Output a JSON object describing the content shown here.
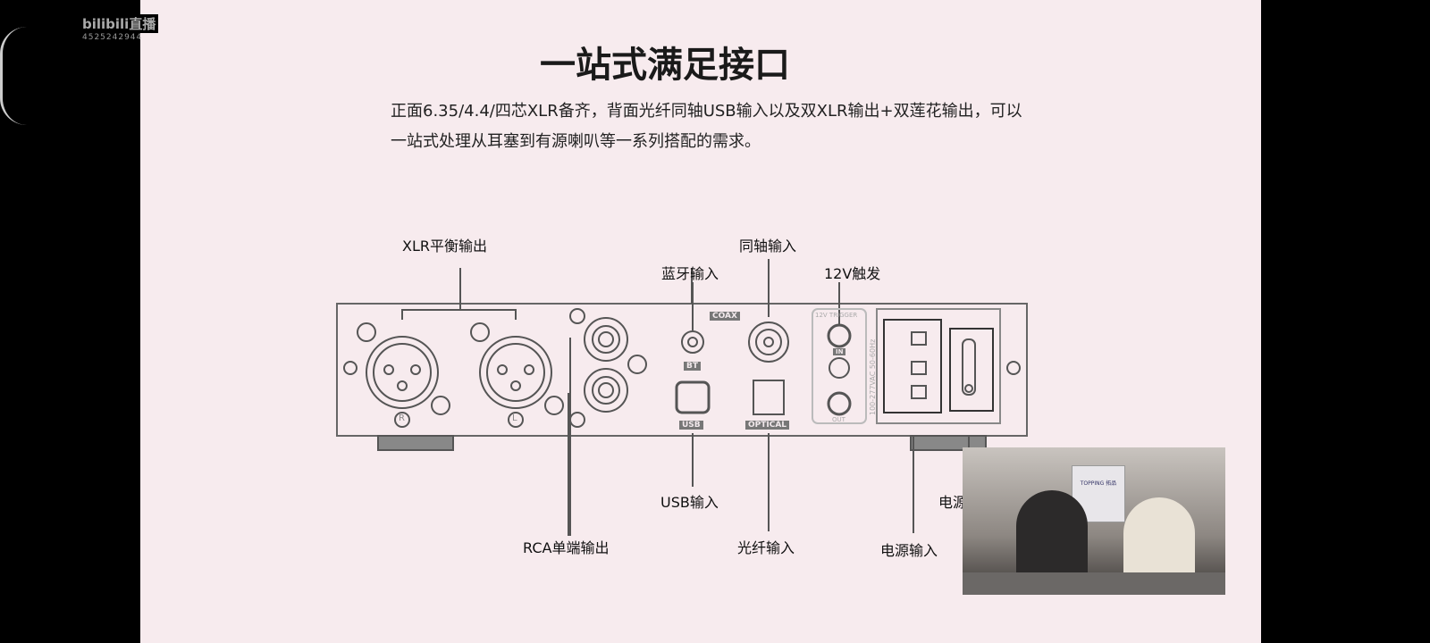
{
  "overlay": {
    "platform_logo": "bilibili直播",
    "room_id": "4525242944"
  },
  "slide": {
    "title": "一站式满足接口",
    "description": "正面6.35/4.4/四芯XLR备齐，背面光纤同轴USB输入以及双XLR输出+双莲花输出，可以一站式处理从耳塞到有源喇叭等一系列搭配的需求。",
    "labels": {
      "xlr": "XLR平衡输出",
      "coax": "同轴输入",
      "bt": "蓝牙输入",
      "trigger": "12V触发",
      "usb": "USB输入",
      "rca": "RCA单端输出",
      "optical": "光纤输入",
      "power": "电源输入",
      "power2": "电源"
    },
    "panel": {
      "coax": "COAX",
      "bt": "BT",
      "usb": "USB",
      "optical": "OPTICAL",
      "trigger": "12V TRIGGER",
      "in": "IN",
      "out": "OUT",
      "ac": "100-277VAC 50-60Hz",
      "r": "R",
      "l": "L"
    }
  },
  "video": {
    "brand_sign": "TOPPING 拓品"
  }
}
